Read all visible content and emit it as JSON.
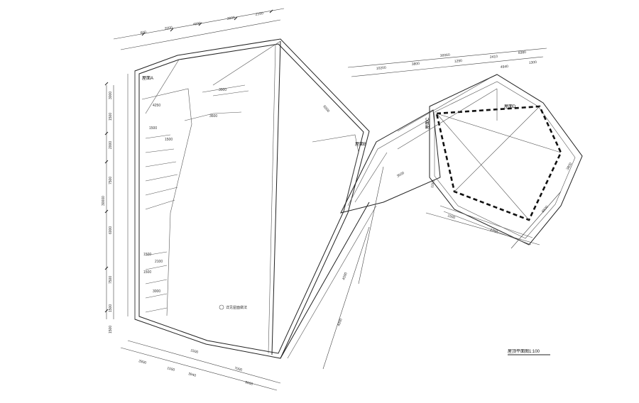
{
  "drawing": {
    "title": "屋顶平面图1:100",
    "room_labels": [
      "屋面A",
      "屋面B",
      "屋面C",
      "屋面D"
    ],
    "top_dimensions": [
      "600",
      "2000",
      "4830",
      "3600",
      "2150"
    ],
    "right_top_dimensions": [
      "30060",
      "10200",
      "3800",
      "1290",
      "2410",
      "8380",
      "4940",
      "1300"
    ],
    "left_dimensions": [
      "3000",
      "1500",
      "2000",
      "7500",
      "30000",
      "6000",
      "7500",
      "1500",
      "1500"
    ],
    "inner_dimensions": [
      "4250",
      "3600",
      "1500",
      "1500",
      "3000",
      "1500",
      "2100",
      "3000",
      "1500"
    ],
    "bottom_dimensions": [
      "2800",
      "1000",
      "3940",
      "7000",
      "8600",
      "1500"
    ],
    "right_bottom_dimensions": [
      "1500",
      "2750",
      "6500",
      "3800"
    ],
    "diagonal_dimensions": [
      "4000",
      "4500",
      "6500",
      "3500",
      "1000"
    ],
    "note_text": "详见屋面做法"
  }
}
